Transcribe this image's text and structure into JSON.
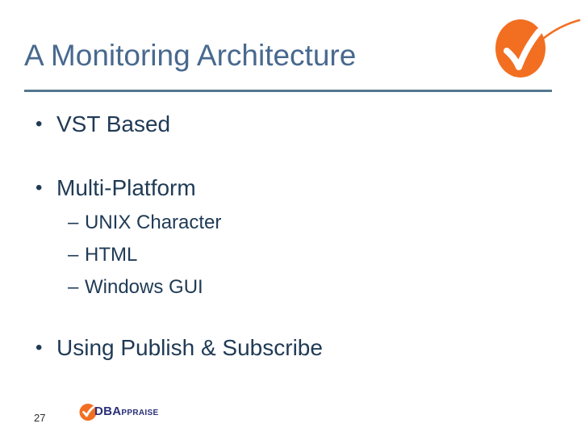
{
  "slide": {
    "title": "A Monitoring Architecture",
    "bullets": [
      {
        "level": 1,
        "marker": "•",
        "text": "VST Based"
      },
      {
        "level": 1,
        "marker": "•",
        "text": "Multi-Platform"
      },
      {
        "level": 2,
        "marker": "–",
        "text": "UNIX Character"
      },
      {
        "level": 2,
        "marker": "–",
        "text": "HTML"
      },
      {
        "level": 2,
        "marker": "–",
        "text": "Windows GUI"
      },
      {
        "level": 1,
        "marker": "•",
        "text": "Using Publish & Subscribe"
      }
    ],
    "page_number": "27",
    "footer_logo": {
      "brand_main": "DBA",
      "brand_rest": "PPRAISE",
      "icon": "checkmark-circle"
    },
    "top_logo_icon": "checkmark-circle",
    "colors": {
      "title": "#48698F",
      "rule": "#54778F",
      "body": "#1F3A55",
      "orange": "#F26F21",
      "logo_text": "#2A3077"
    }
  }
}
